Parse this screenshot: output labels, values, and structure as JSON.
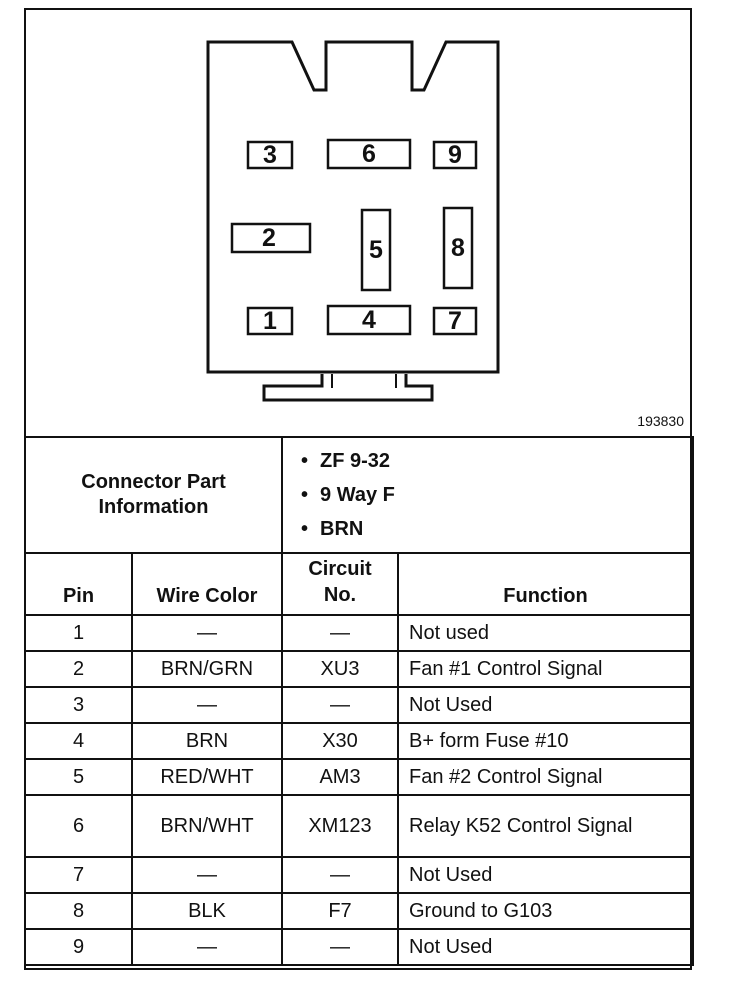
{
  "figure_id": "193830",
  "pins_in_diagram": [
    {
      "label": "3"
    },
    {
      "label": "6"
    },
    {
      "label": "9"
    },
    {
      "label": "2"
    },
    {
      "label": "5"
    },
    {
      "label": "8"
    },
    {
      "label": "1"
    },
    {
      "label": "4"
    },
    {
      "label": "7"
    }
  ],
  "connector_info": {
    "label_line1": "Connector Part",
    "label_line2": "Information",
    "items": [
      "ZF 9-32",
      "9 Way F",
      "BRN"
    ]
  },
  "table": {
    "headers": {
      "pin": "Pin",
      "wire_color": "Wire Color",
      "circuit_line1": "Circuit",
      "circuit_line2": "No.",
      "function": "Function"
    },
    "rows": [
      {
        "pin": "1",
        "wire": "—",
        "circuit": "—",
        "function": "Not used"
      },
      {
        "pin": "2",
        "wire": "BRN/GRN",
        "circuit": "XU3",
        "function": "Fan #1 Control Signal"
      },
      {
        "pin": "3",
        "wire": "—",
        "circuit": "—",
        "function": "Not Used"
      },
      {
        "pin": "4",
        "wire": "BRN",
        "circuit": "X30",
        "function": "B+ form Fuse #10"
      },
      {
        "pin": "5",
        "wire": "RED/WHT",
        "circuit": "AM3",
        "function": "Fan #2 Control Signal"
      },
      {
        "pin": "6",
        "wire": "BRN/WHT",
        "circuit": "XM123",
        "function": "Relay K52 Control Signal"
      },
      {
        "pin": "7",
        "wire": "—",
        "circuit": "—",
        "function": "Not Used"
      },
      {
        "pin": "8",
        "wire": "BLK",
        "circuit": "F7",
        "function": "Ground to G103"
      },
      {
        "pin": "9",
        "wire": "—",
        "circuit": "—",
        "function": "Not Used"
      }
    ]
  }
}
